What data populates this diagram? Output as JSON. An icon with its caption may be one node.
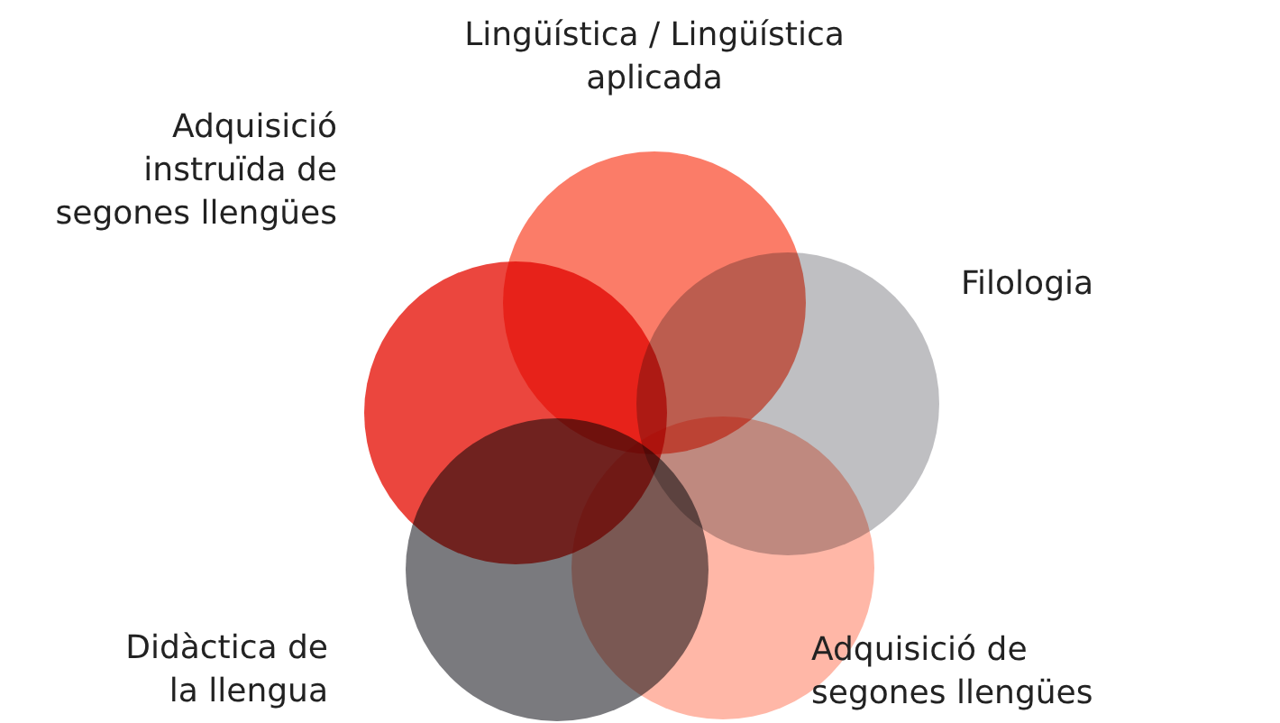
{
  "diagram": {
    "nodes": [
      {
        "text": [],
        "shape": "circle",
        "beside": [
          "Lingüística / Lingüística aplicada"
        ]
      },
      {
        "text": [],
        "shape": "circle",
        "beside": [
          "Filologia"
        ]
      },
      {
        "text": [],
        "shape": "circle",
        "beside": [
          "Adquisició de segones llengües"
        ]
      },
      {
        "text": [],
        "shape": "circle",
        "beside": [
          "Didàctica de la llengua"
        ]
      },
      {
        "text": [],
        "shape": "circle",
        "beside": [
          "Adquisició instruïda de segones llengües"
        ]
      }
    ]
  }
}
